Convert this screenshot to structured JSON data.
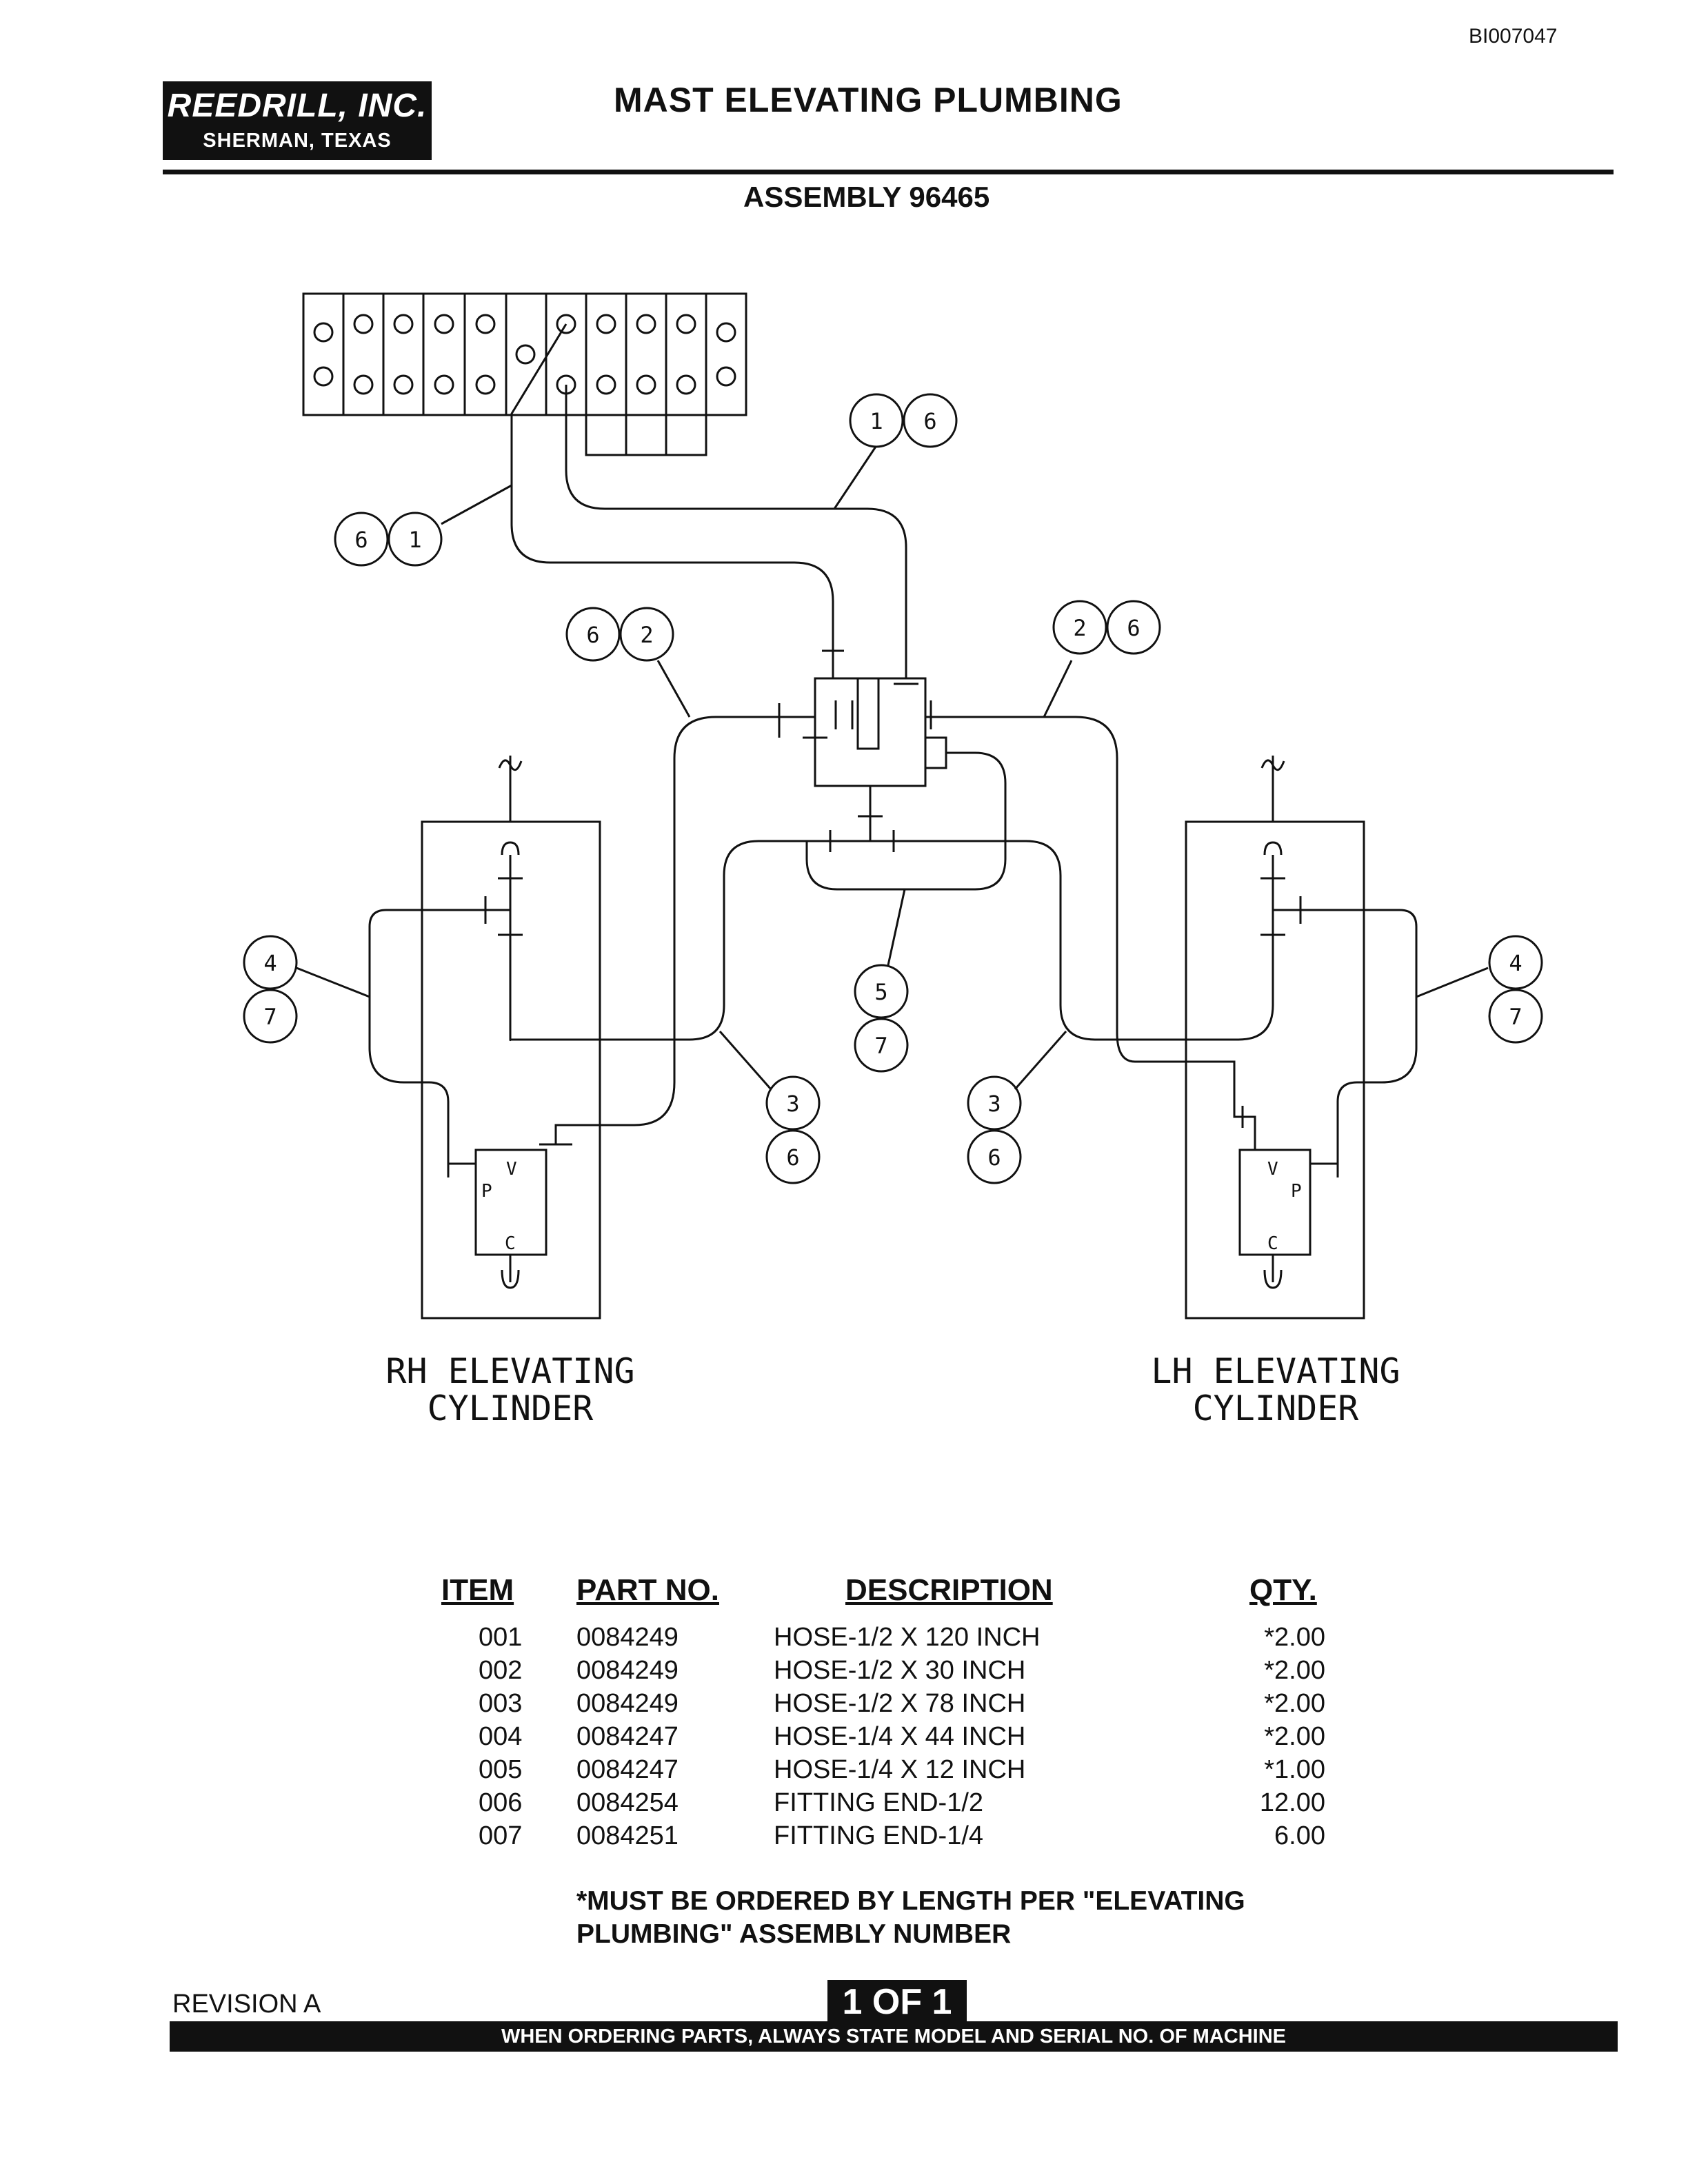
{
  "header": {
    "doc_id": "BI007047",
    "company": "REEDRILL, INC.",
    "location": "SHERMAN, TEXAS",
    "title": "MAST ELEVATING PLUMBING",
    "assembly": "ASSEMBLY 96465"
  },
  "diagram": {
    "rh_caption_line1": "RH ELEVATING",
    "rh_caption_line2": "CYLINDER",
    "lh_caption_line1": "LH ELEVATING",
    "lh_caption_line2": "CYLINDER",
    "port_v": "V",
    "port_p": "P",
    "port_c": "C",
    "balloons": {
      "b1a": "1",
      "b1b": "6",
      "b2a": "6",
      "b2b": "1",
      "b3a": "6",
      "b3b": "2",
      "b4a": "2",
      "b4b": "6",
      "b5a": "4",
      "b5b": "7",
      "b6a": "4",
      "b6b": "7",
      "b7a": "5",
      "b7b": "7",
      "b8a": "3",
      "b8b": "6",
      "b9a": "3",
      "b9b": "6"
    }
  },
  "parts_table": {
    "headers": {
      "item": "ITEM",
      "part_no": "PART NO.",
      "description": "DESCRIPTION",
      "qty": "QTY."
    },
    "rows": [
      {
        "item": "001",
        "part_no": "0084249",
        "description": "HOSE-1/2 X 120 INCH",
        "qty": "*2.00"
      },
      {
        "item": "002",
        "part_no": "0084249",
        "description": "HOSE-1/2 X 30 INCH",
        "qty": "*2.00"
      },
      {
        "item": "003",
        "part_no": "0084249",
        "description": "HOSE-1/2 X 78 INCH",
        "qty": "*2.00"
      },
      {
        "item": "004",
        "part_no": "0084247",
        "description": "HOSE-1/4 X 44 INCH",
        "qty": "*2.00"
      },
      {
        "item": "005",
        "part_no": "0084247",
        "description": "HOSE-1/4 X 12 INCH",
        "qty": "*1.00"
      },
      {
        "item": "006",
        "part_no": "0084254",
        "description": "FITTING END-1/2",
        "qty": "12.00"
      },
      {
        "item": "007",
        "part_no": "0084251",
        "description": "FITTING END-1/4",
        "qty": "6.00"
      }
    ],
    "note": "*MUST BE ORDERED BY LENGTH PER \"ELEVATING PLUMBING\" ASSEMBLY NUMBER"
  },
  "footer": {
    "revision": "REVISION A",
    "page": "1 OF 1",
    "ordering_note": "WHEN ORDERING PARTS, ALWAYS STATE MODEL AND SERIAL NO. OF MACHINE"
  }
}
